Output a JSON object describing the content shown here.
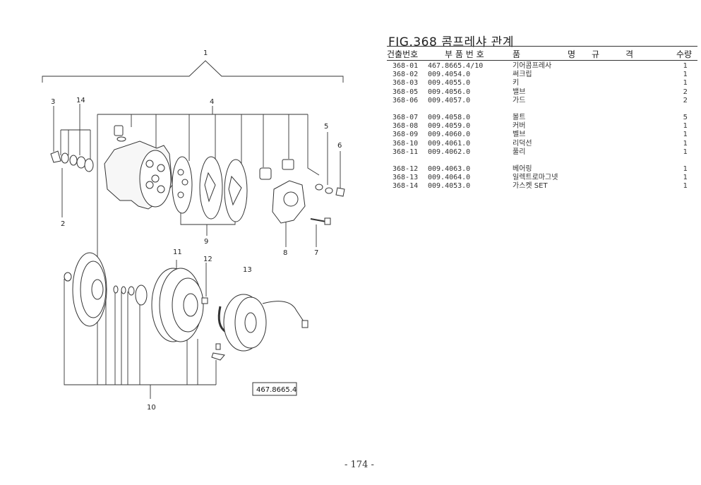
{
  "figure": {
    "title": "FIG.368 콤프레샤 관계",
    "assembly_number": "467.8665.4",
    "callouts": [
      "1",
      "2",
      "3",
      "4",
      "5",
      "6",
      "7",
      "8",
      "9",
      "10",
      "11",
      "12",
      "13",
      "14"
    ]
  },
  "table": {
    "headers": {
      "no": "건출번호",
      "part_no": "부 품 번 호",
      "name_1": "품",
      "name_2": "명",
      "spec_1": "규",
      "spec_2": "격",
      "qty": "수량"
    },
    "groups": [
      [
        {
          "no": "368-01",
          "part_no": "467.8665.4/10",
          "name": "기어콤프레사",
          "qty": "1"
        },
        {
          "no": "368-02",
          "part_no": "009.4054.0",
          "name": "써크립",
          "qty": "1"
        },
        {
          "no": "368-03",
          "part_no": "009.4055.0",
          "name": "키",
          "qty": "1"
        },
        {
          "no": "368-05",
          "part_no": "009.4056.0",
          "name": "밸브",
          "qty": "2"
        },
        {
          "no": "368-06",
          "part_no": "009.4057.0",
          "name": "가드",
          "qty": "2"
        }
      ],
      [
        {
          "no": "368-07",
          "part_no": "009.4058.0",
          "name": "볼트",
          "qty": "5"
        },
        {
          "no": "368-08",
          "part_no": "009.4059.0",
          "name": "커버",
          "qty": "1"
        },
        {
          "no": "368-09",
          "part_no": "009.4060.0",
          "name": "벨브",
          "qty": "1"
        },
        {
          "no": "368-10",
          "part_no": "009.4061.0",
          "name": "리덕선",
          "qty": "1"
        },
        {
          "no": "368-11",
          "part_no": "009.4062.0",
          "name": "풀리",
          "qty": "1"
        }
      ],
      [
        {
          "no": "368-12",
          "part_no": "009.4063.0",
          "name": "베어링",
          "qty": "1"
        },
        {
          "no": "368-13",
          "part_no": "009.4064.0",
          "name": "일렉트로마그넷",
          "qty": "1"
        },
        {
          "no": "368-14",
          "part_no": "009.4053.0",
          "name": "가스켓 SET",
          "qty": "1"
        }
      ]
    ]
  },
  "page": {
    "number": "- 174 -"
  }
}
